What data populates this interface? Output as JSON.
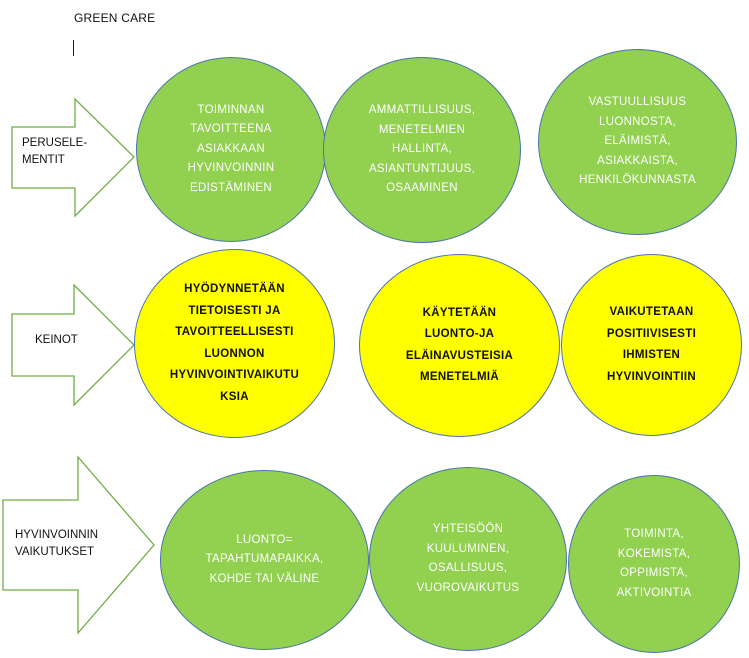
{
  "title": "GREEN CARE",
  "rows": [
    {
      "label": "PERUSELE-\nMENTIT",
      "circles": [
        "TOIMINNAN\nTAVOITTEENA\nASIAKKAAN\nHYVINVOINNIN\nEDISTÄMINEN",
        "AMMATTILLISUUS,\nMENETELMIEN\nHALLINTA,\nASIANTUNTIJUUS,\nOSAAMINEN",
        "VASTUULLISUUS\nLUONNOSTA,\nELÄIMISTÄ,\nASIAKKAISTA,\nHENKILÖKUNNASTA"
      ]
    },
    {
      "label": "KEINOT",
      "circles": [
        "HYÖDYNNETÄÄN\nTIETOISESTI JA\nTAVOITTEELLISESTI\nLUONNON\nHYVINVOINTIVAIKUTU\nKSIA",
        "KÄYTETÄÄN\nLUONTO-JA\nELÄINAVUSTEISIA\nMENETELMIÄ",
        "VAIKUTETAAN\nPOSITIIVISESTI\nIHMISTEN\nHYVINVOINTIIN"
      ]
    },
    {
      "label": "HYVINVOINNIN\nVAIKUTUKSET",
      "circles": [
        "LUONTO=\nTAPAHTUMAPAIKKA,\nKOHDE TAI VÄLINE",
        "YHTEISÖÖN\nKUULUMINEN,\nOSALLISUUS,\nVUOROVAIKUTUS",
        "TOIMINTA,\nKOKEMISTA,\nOPPIMISTA,\nAKTIVOINTIA"
      ]
    }
  ],
  "colors": {
    "green": "#92d050",
    "yellow": "#ffff00",
    "outline": "#4a76a8",
    "arrow_outline": "#70ad47"
  }
}
